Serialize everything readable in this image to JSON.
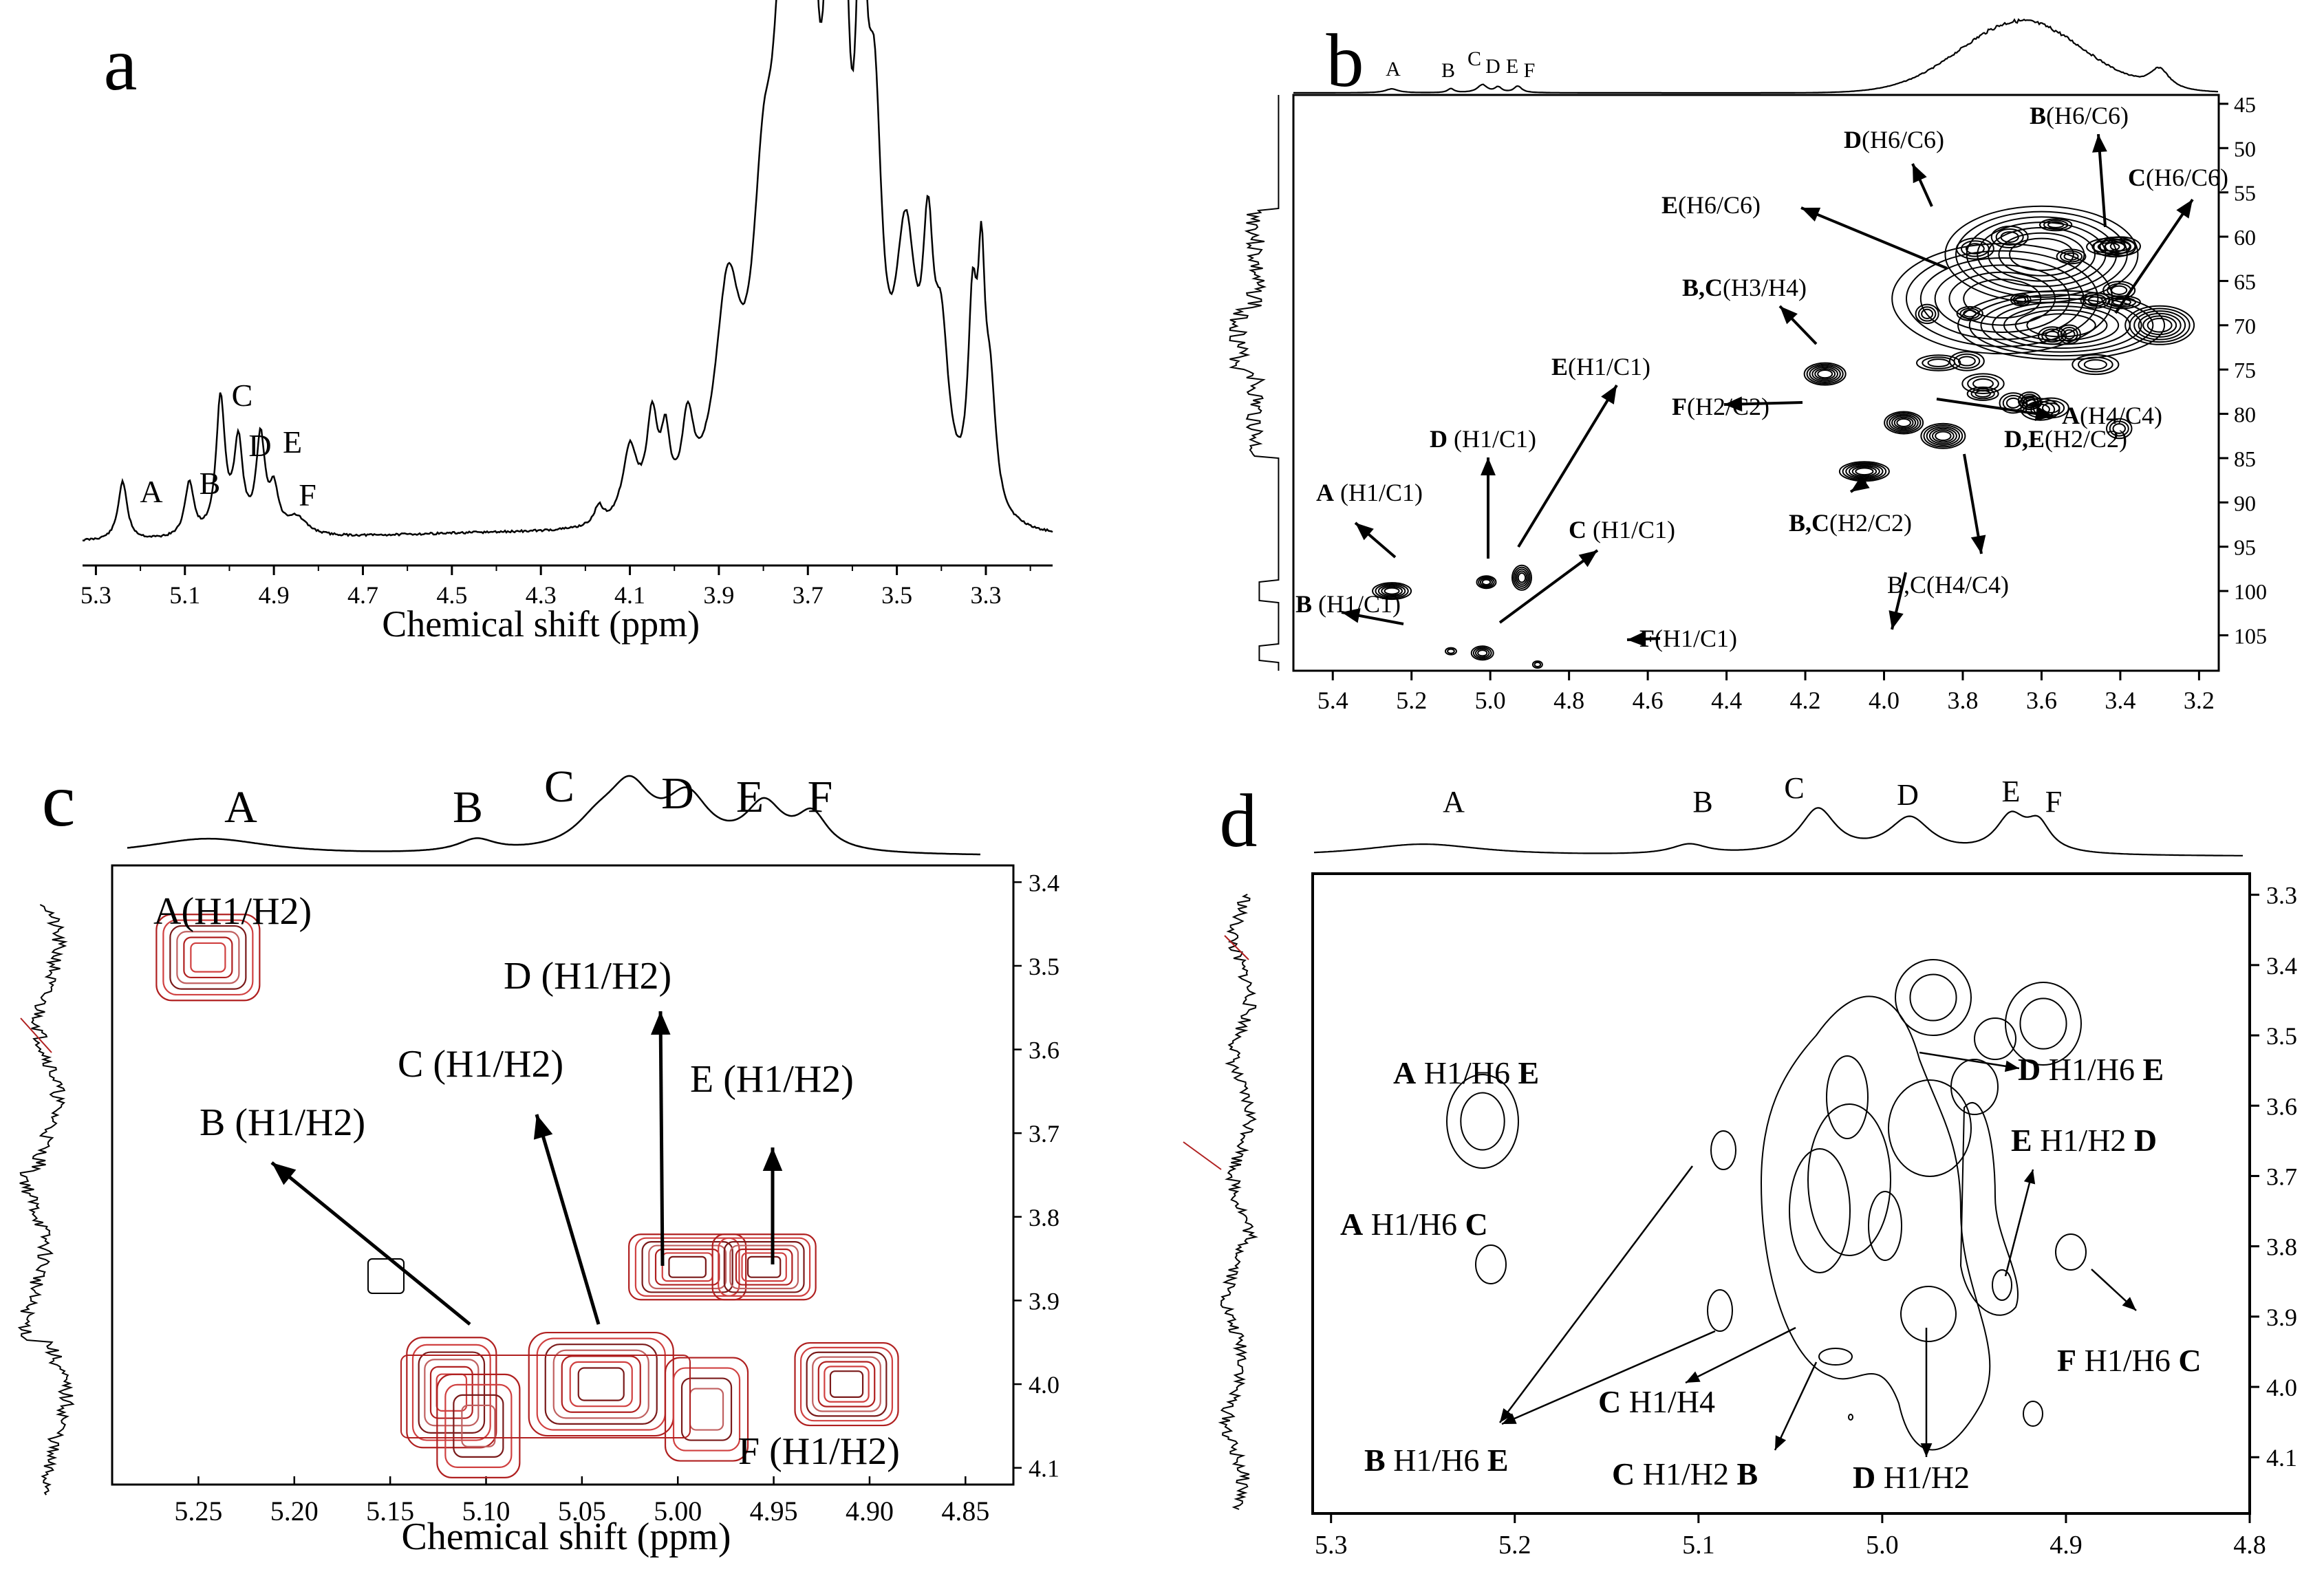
{
  "panel_letters": [
    "a",
    "b",
    "c",
    "d"
  ],
  "chart_data": [
    {
      "panel": "a",
      "type": "line",
      "xlabel": "Chemical shift (ppm)",
      "xlim": [
        5.33,
        3.15
      ],
      "xticks": [
        "5.3",
        "5.1",
        "4.9",
        "4.7",
        "4.5",
        "4.3",
        "4.1",
        "3.9",
        "3.7",
        "3.5",
        "3.3"
      ],
      "peaks": [
        {
          "label": "A",
          "x": 5.24,
          "h": 0.13
        },
        {
          "label": "B",
          "x": 5.09,
          "h": 0.12
        },
        {
          "label": "C",
          "x": 5.02,
          "h": 0.3
        },
        {
          "label": "D",
          "x": 4.98,
          "h": 0.2
        },
        {
          "label": "E",
          "x": 4.93,
          "h": 0.21
        },
        {
          "label": "F",
          "x": 4.9,
          "h": 0.09
        }
      ]
    },
    {
      "panel": "b",
      "type": "scatter",
      "xlim": [
        5.5,
        3.15
      ],
      "ylim": [
        44,
        109
      ],
      "xticks": [
        "5.4",
        "5.2",
        "5.0",
        "4.8",
        "4.6",
        "4.4",
        "4.2",
        "4.0",
        "3.8",
        "3.6",
        "3.4",
        "3.2"
      ],
      "yticks": [
        "45",
        "50",
        "55",
        "60",
        "65",
        "70",
        "75",
        "80",
        "85",
        "90",
        "95",
        "100",
        "105"
      ],
      "top_labels": [
        "A",
        "B",
        "C",
        "D",
        "E",
        "F"
      ],
      "cross_peaks": [
        {
          "x": 5.25,
          "y": 100
        },
        {
          "x": 5.1,
          "y": 106.8
        },
        {
          "x": 5.02,
          "y": 107
        },
        {
          "x": 5.01,
          "y": 99
        },
        {
          "x": 4.92,
          "y": 98.5
        },
        {
          "x": 4.88,
          "y": 108.3
        },
        {
          "x": 4.15,
          "y": 75.5
        },
        {
          "x": 4.05,
          "y": 86.5
        },
        {
          "x": 3.95,
          "y": 81
        },
        {
          "x": 3.85,
          "y": 82.5
        },
        {
          "x": 3.6,
          "y": 62
        },
        {
          "x": 3.55,
          "y": 70
        },
        {
          "x": 3.3,
          "y": 70
        },
        {
          "x": 3.7,
          "y": 67
        }
      ],
      "annotations": [
        {
          "bold": "A",
          "text": " (H1/C1)"
        },
        {
          "bold": "B",
          "text": " (H1/C1)"
        },
        {
          "bold": "D",
          "text": " (H1/C1)"
        },
        {
          "bold": "E",
          "text": "(H1/C1)"
        },
        {
          "bold": "C",
          "text": " (H1/C1)"
        },
        {
          "bold": "F",
          "text": "(H1/C1)"
        },
        {
          "bold": "D",
          "text": "(H6/C6)"
        },
        {
          "bold": "B",
          "text": "(H6/C6)"
        },
        {
          "bold": "C",
          "text": "(H6/C6)"
        },
        {
          "bold": "E",
          "text": "(H6/C6)"
        },
        {
          "bold": "B,C",
          "text": "(H3/H4)"
        },
        {
          "bold": "F",
          "text": "(H2/C2)"
        },
        {
          "bold": "A",
          "text": "(H4/C4)"
        },
        {
          "bold": "D,E",
          "text": "(H2/C2)"
        },
        {
          "bold": "B,C",
          "text": "(H2/C2)"
        },
        {
          "bold": "",
          "text": "B,C(H4/C4)"
        }
      ]
    },
    {
      "panel": "c",
      "type": "scatter",
      "xlabel": "Chemical shift (ppm)",
      "xlim": [
        5.295,
        4.825
      ],
      "ylim": [
        3.38,
        4.12
      ],
      "xticks": [
        "5.25",
        "5.20",
        "5.15",
        "5.10",
        "5.05",
        "5.00",
        "4.95",
        "4.90",
        "4.85"
      ],
      "yticks": [
        "3.4",
        "3.5",
        "3.6",
        "3.7",
        "3.8",
        "3.9",
        "4.0",
        "4.1"
      ],
      "top_labels": [
        "A",
        "B",
        "C",
        "D",
        "E",
        "F"
      ],
      "cross_peaks": [
        {
          "label": "A",
          "x": 5.245,
          "y": 3.49
        },
        {
          "label": "B",
          "x": 5.118,
          "y": 4.01
        },
        {
          "label": "C",
          "x": 5.04,
          "y": 4.0
        },
        {
          "label": "D",
          "x": 4.995,
          "y": 3.86
        },
        {
          "label": "E",
          "x": 4.955,
          "y": 3.86
        },
        {
          "label": "F",
          "x": 4.912,
          "y": 4.0
        }
      ],
      "annotations": [
        "A(H1/H2)",
        "D (H1/H2)",
        "C (H1/H2)",
        "E (H1/H2)",
        "B (H1/H2)",
        "F (H1/H2)"
      ]
    },
    {
      "panel": "d",
      "type": "scatter",
      "xlim": [
        5.31,
        4.8
      ],
      "ylim": [
        3.27,
        4.18
      ],
      "xticks": [
        "5.3",
        "5.2",
        "5.1",
        "5.0",
        "4.9",
        "4.8"
      ],
      "yticks": [
        "3.3",
        "3.4",
        "3.5",
        "3.6",
        "3.7",
        "3.8",
        "3.9",
        "4.0",
        "4.1"
      ],
      "top_labels": [
        "A",
        "B",
        "C",
        "D",
        "E",
        "F"
      ],
      "annotations": [
        {
          "parts": [
            [
              "A",
              true
            ],
            [
              " H1/H6 ",
              false
            ],
            [
              "E",
              true
            ]
          ]
        },
        {
          "parts": [
            [
              "A",
              true
            ],
            [
              " H1/H6 ",
              false
            ],
            [
              "C",
              true
            ]
          ]
        },
        {
          "parts": [
            [
              "D",
              true
            ],
            [
              " H1/H6 ",
              false
            ],
            [
              "E",
              true
            ]
          ]
        },
        {
          "parts": [
            [
              "E",
              true
            ],
            [
              " H1/H2 ",
              false
            ],
            [
              "D",
              true
            ]
          ]
        },
        {
          "parts": [
            [
              "F",
              true
            ],
            [
              " H1/H6 ",
              false
            ],
            [
              "C",
              true
            ]
          ]
        },
        {
          "parts": [
            [
              "C",
              true
            ],
            [
              " H1/H4",
              false
            ]
          ]
        },
        {
          "parts": [
            [
              "B",
              true
            ],
            [
              " H1/H6 ",
              false
            ],
            [
              "E",
              true
            ]
          ]
        },
        {
          "parts": [
            [
              "C",
              true
            ],
            [
              " H1/H2 ",
              false
            ],
            [
              "B",
              true
            ]
          ]
        },
        {
          "parts": [
            [
              "D",
              true
            ],
            [
              " H1/H2",
              false
            ]
          ]
        }
      ]
    }
  ]
}
